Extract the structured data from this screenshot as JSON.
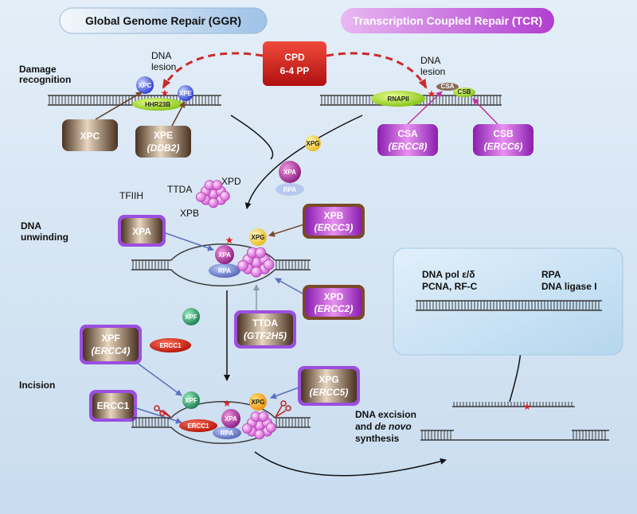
{
  "header": {
    "ggr_title": "Global Genome Repair (GGR)",
    "tcr_title": "Transcription Coupled Repair (TCR)"
  },
  "damage": {
    "line1": "CPD",
    "line2": "6-4 PP"
  },
  "stages": {
    "damage_recognition": [
      "Damage",
      "recognition"
    ],
    "dna_unwinding": [
      "DNA",
      "unwinding"
    ],
    "incision": "Incision",
    "excision": [
      "DNA excision",
      "and ",
      "de novo",
      "synthesis"
    ]
  },
  "ggr": {
    "dna_lesion": [
      "DNA",
      "lesion"
    ],
    "xpc_small": "XPC",
    "xpe_small": "XPE",
    "hhr23b": "HHR23B",
    "xpc_box": "XPC",
    "xpe_box": [
      "XPE",
      "(DDB2)"
    ]
  },
  "tcr": {
    "dna_lesion": [
      "DNA",
      "lesion"
    ],
    "csa_small": "CSA",
    "csb_small": "CSB",
    "rnapii": "RNAPII",
    "csa_box": [
      "CSA",
      "(ERCC8)"
    ],
    "csb_box": [
      "CSB",
      "(ERCC6)"
    ]
  },
  "middle": {
    "xpg_free": "XPG",
    "xpa_free": "XPA",
    "rpa_free": "RPA",
    "tfiih": "TFIIH",
    "ttda": "TTDA",
    "xpd": "XPD",
    "xpb": "XPB"
  },
  "unwinding": {
    "xpa_box": "XPA",
    "xpb_box": [
      "XPB",
      "(ERCC3)"
    ],
    "xpd_box": [
      "XPD",
      "(ERCC2)"
    ],
    "ttda_box": [
      "TTDA",
      "(GTF2H5)"
    ],
    "xpa_bound": "XPA",
    "rpa_bound": "RPA",
    "xpg_bound": "XPG"
  },
  "incision_step": {
    "xpf_free": "XPF",
    "ercc1_free": "ERCC1",
    "xpf_box": [
      "XPF",
      "(ERCC4)"
    ],
    "ercc1_box": "ERCC1",
    "xpg_box": [
      "XPG",
      "(ERCC5)"
    ],
    "xpf_bound": "XPF",
    "xpg_bound": "XPG",
    "ercc1_bound": "ERCC1",
    "xpa_bound": "XPA",
    "rpa_bound": "RPA"
  },
  "synthesis_panel": {
    "pol": "DNA pol ε/δ",
    "pcna": "PCNA, RF-C",
    "rpa": "RPA",
    "ligase": "DNA ligase I"
  },
  "colors": {
    "background": "#d6e5f3",
    "ggr_pill": "#bcd4ec",
    "tcr_pill": "#c04bd8",
    "damage_box": "#d8201a",
    "brown_box": "#7a5a3a",
    "purple_box": "#b23fd4",
    "purple_border": "#9b4fe0",
    "green": "#a8e020",
    "xpa_purple": "#a02890",
    "rpa_blue": "#6f7fc8",
    "xpg_yellow": "#f0d030",
    "xpf_green": "#2a9c68",
    "ercc1_red": "#d02010",
    "ttda_pink": "#e070e0"
  }
}
